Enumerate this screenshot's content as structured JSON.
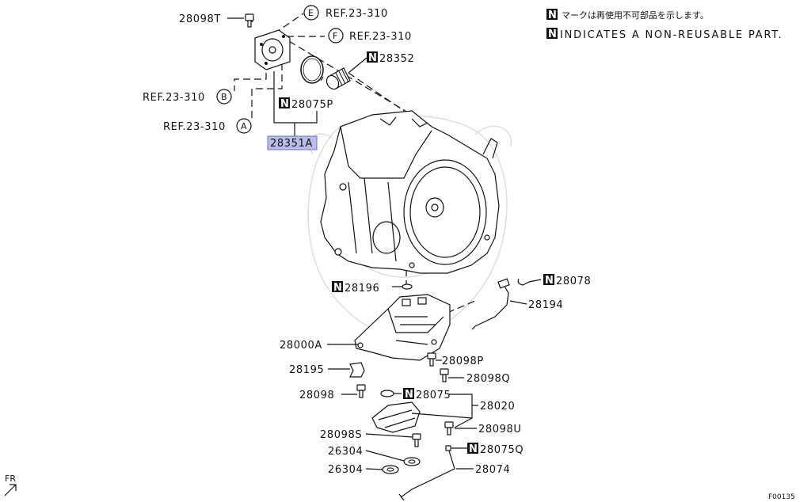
{
  "legend": {
    "jp_text": "マークは再使用不可部品を示します。",
    "en_text": "INDICATES A NON-REUSABLE PART.",
    "n_symbol": "N"
  },
  "refs": {
    "e_text": "REF.23-310",
    "e_letter": "E",
    "f_text": "REF.23-310",
    "f_letter": "F",
    "b_text": "REF.23-310",
    "b_letter": "B",
    "a_text": "REF.23-310",
    "a_letter": "A"
  },
  "parts": {
    "p28098T": "28098T",
    "p28352": "28352",
    "p28075P": "28075P",
    "p28351A": "28351A",
    "p28196": "28196",
    "p28078": "28078",
    "p28194": "28194",
    "p28000A": "28000A",
    "p28098P": "28098P",
    "p28195": "28195",
    "p28098Q": "28098Q",
    "p28098": "28098",
    "p28075": "28075",
    "p28020": "28020",
    "p28098S": "28098S",
    "p28098U": "28098U",
    "p26304a": "26304",
    "p28075Q": "28075Q",
    "p26304b": "26304",
    "p28074": "28074"
  },
  "footer": {
    "fr": "FR",
    "figure_code": "F00135"
  },
  "colors": {
    "highlight": "#b9bde8",
    "ink": "#111111"
  }
}
